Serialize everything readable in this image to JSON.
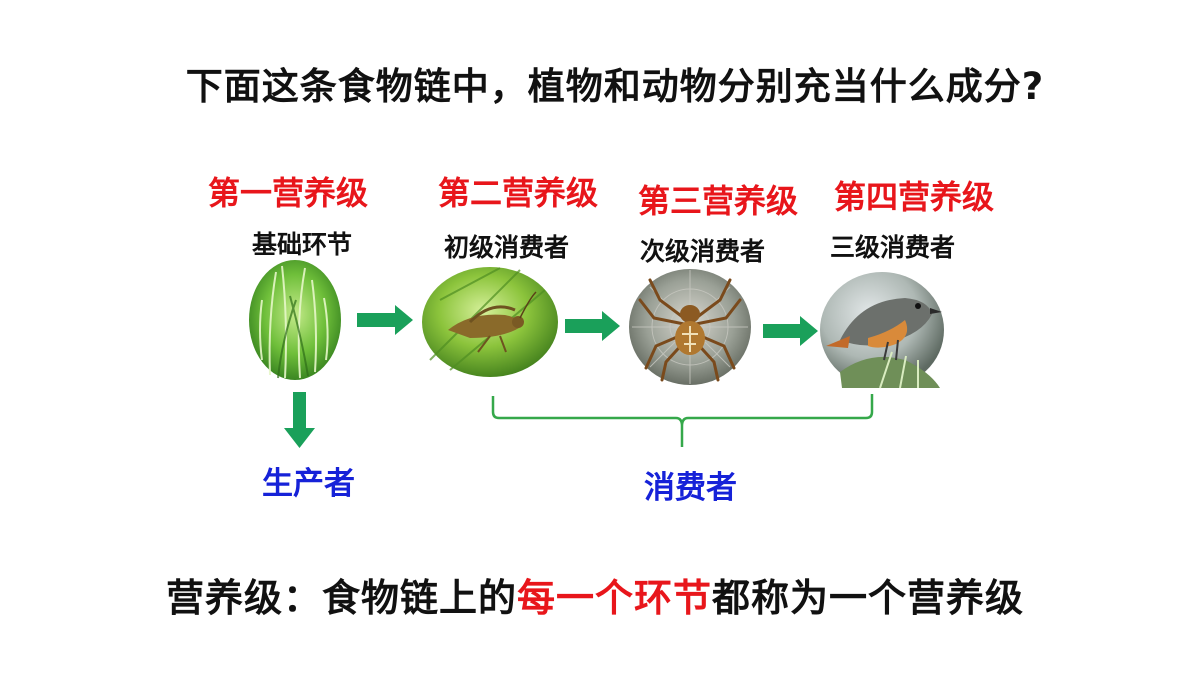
{
  "title": "下面这条食物链中，植物和动物分别充当什么成分?",
  "levels": [
    {
      "label": "第一营养级",
      "role": "基础环节",
      "icon": "grass-icon"
    },
    {
      "label": "第二营养级",
      "role": "初级消费者",
      "icon": "grasshopper-icon"
    },
    {
      "label": "第三营养级",
      "role": "次级消费者",
      "icon": "spider-icon"
    },
    {
      "label": "第四营养级",
      "role": "三级消费者",
      "icon": "bird-icon"
    }
  ],
  "groups": {
    "producer": "生产者",
    "consumer": "消费者"
  },
  "definition": {
    "prefix": "营养级：食物链上的",
    "highlight": "每一个环节",
    "suffix": "都称为一个营养级"
  },
  "colors": {
    "level_red": "#e8161b",
    "group_blue": "#1622d8",
    "arrow_green": "#1aa05a",
    "bracket_green": "#35a84a"
  }
}
